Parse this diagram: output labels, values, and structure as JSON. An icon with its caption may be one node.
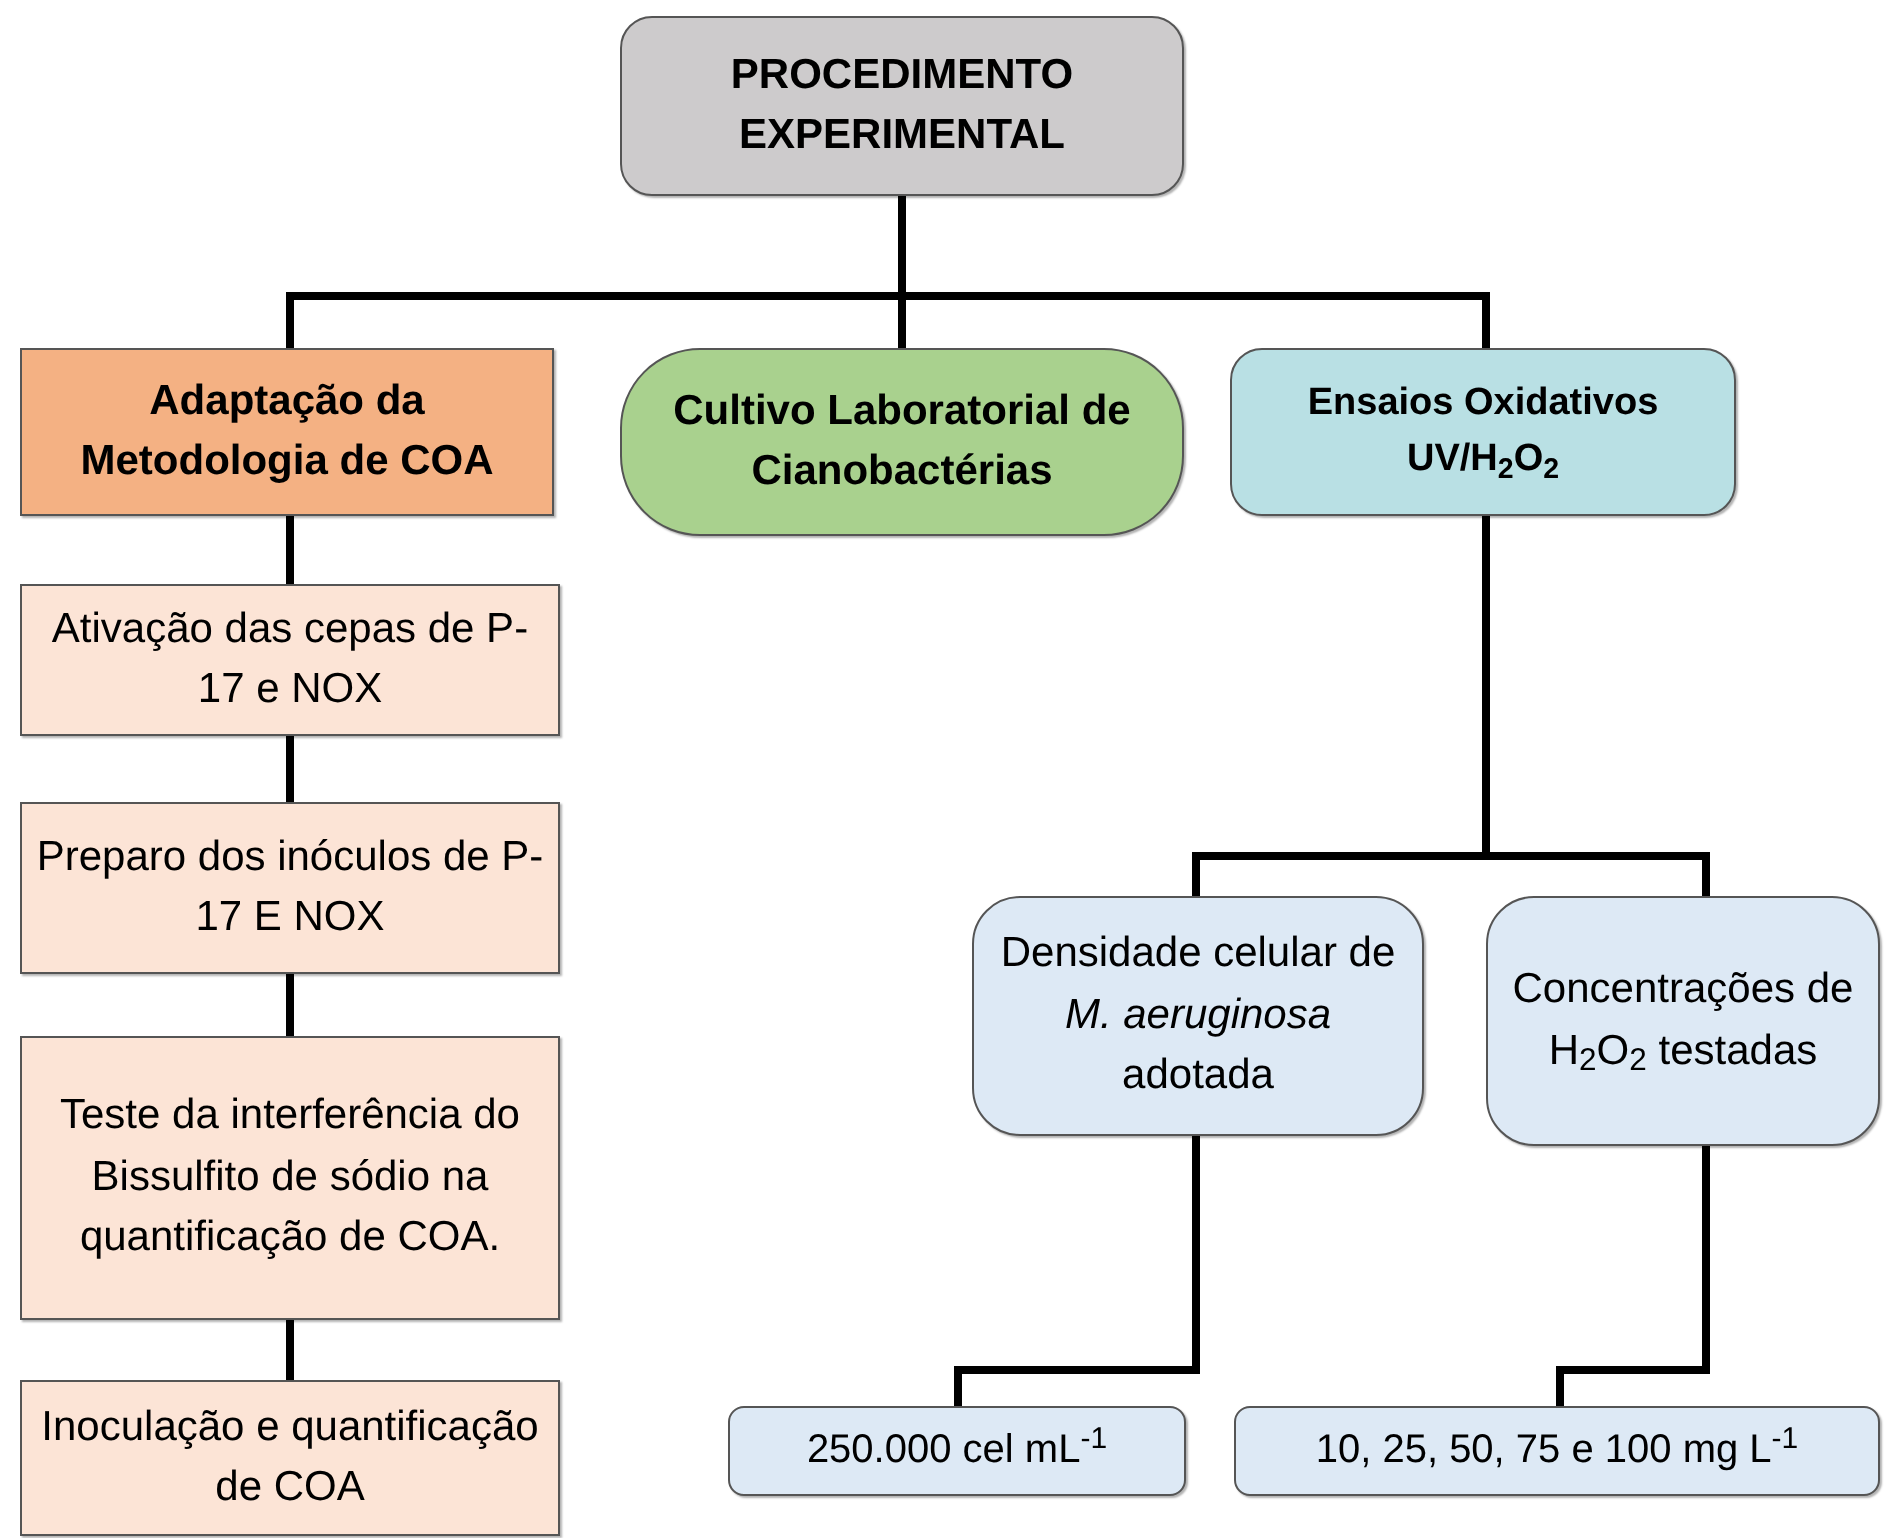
{
  "diagram": {
    "nodes": [
      {
        "text": [
          "PROCEDIMENTO EXPERIMENTAL"
        ]
      },
      {
        "text": [
          "Adaptação da Metodologia de COA"
        ]
      },
      {
        "text": [
          "Cultivo Laboratorial de Cianobactérias"
        ]
      },
      {
        "text": [
          "Ensaios Oxidativos UV/H$_{2}$O$_{2}$"
        ]
      },
      {
        "text": [
          "Ativação das cepas de P-17 e NOX"
        ]
      },
      {
        "text": [
          "Preparo dos inóculos de P-17 E NOX"
        ]
      },
      {
        "text": [
          "Teste da interferência do Bissulfito de sódio na quantificação de COA."
        ]
      },
      {
        "text": [
          "Inoculação e quantificação de COA"
        ]
      },
      {
        "text": [
          "Densidade celular de *M. aeruginosa* adotada"
        ]
      },
      {
        "text": [
          "Concentrações de H$_{2}$O$_{2}$ testadas"
        ]
      },
      {
        "text": [
          "250.000 cel mL$^{-1}$"
        ]
      },
      {
        "text": [
          "10, 25, 50, 75 e 100 mg L$^{-1}$"
        ]
      }
    ],
    "edges": [
      {
        "from": 0,
        "to": 1,
        "arrow": "none"
      },
      {
        "from": 0,
        "to": 2,
        "arrow": "none"
      },
      {
        "from": 0,
        "to": 3,
        "arrow": "none"
      },
      {
        "from": 1,
        "to": 4,
        "arrow": "none"
      },
      {
        "from": 4,
        "to": 5,
        "arrow": "none"
      },
      {
        "from": 5,
        "to": 6,
        "arrow": "none"
      },
      {
        "from": 6,
        "to": 7,
        "arrow": "none"
      },
      {
        "from": 3,
        "to": 8,
        "arrow": "none"
      },
      {
        "from": 3,
        "to": 9,
        "arrow": "none"
      },
      {
        "from": 8,
        "to": 10,
        "arrow": "none"
      },
      {
        "from": 9,
        "to": 11,
        "arrow": "none"
      }
    ]
  }
}
